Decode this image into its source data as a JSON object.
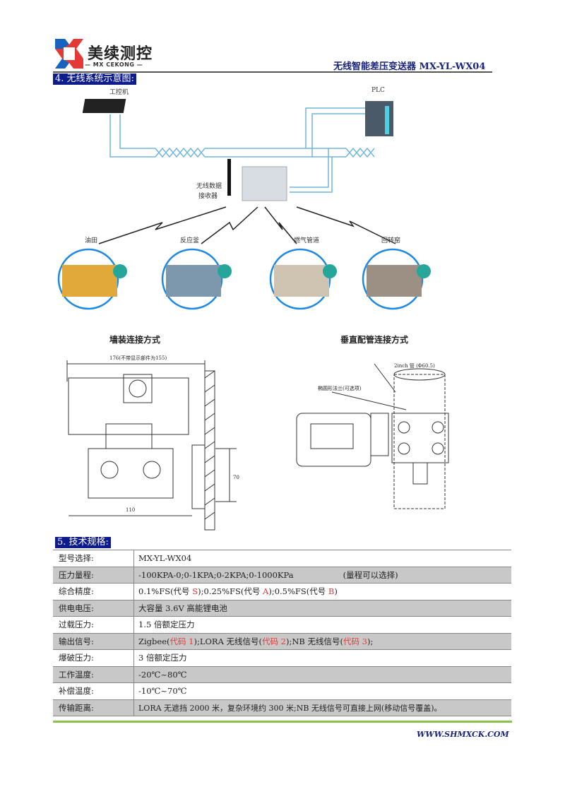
{
  "header": {
    "logo_cn": "美续测控",
    "logo_en": "— MX CEKONG —",
    "doc_title": "无线智能差压变送器 MX-YL-WX04"
  },
  "section4": {
    "title": "4. 无线系统示意图:",
    "ipc_label": "工控机",
    "plc_label": "PLC",
    "receiver_label_1": "无线数据",
    "receiver_label_2": "接收器",
    "sites": [
      "油田",
      "反应釜",
      "燃气管道",
      "回转窑"
    ],
    "wall_mount_title": "墙装连接方式",
    "pipe_mount_title": "垂直配管连接方式",
    "dim_width": "176(不带显示部件为155)",
    "dim_bottom": "110",
    "dim_height": "70",
    "pipe_label": "2inch 管 (Φ60.5)",
    "flange_label": "椭圆形法兰(可选项)"
  },
  "section5": {
    "title": "5. 技术规格:",
    "rows": [
      {
        "k": "型号选择:",
        "v": "MX-YL-WX04"
      },
      {
        "k": "压力量程:",
        "v": "-100KPA-0;0-1KPA;0-2KPA;0-1000KPa",
        "note": "(量程可以选择)"
      },
      {
        "k": "综合精度:",
        "p": [
          "0.1%FS(代号 ",
          "S",
          ");0.25%FS(代号 ",
          "A",
          ");0.5%FS(代号 ",
          "B",
          ")"
        ]
      },
      {
        "k": "供电电压:",
        "v": "大容量 3.6V 高能锂电池"
      },
      {
        "k": "过载压力:",
        "v": "1.5 倍额定压力"
      },
      {
        "k": "输出信号:",
        "p": [
          "Zigbee(",
          "代码 1",
          ");LORA 无线信号(",
          "代码 2",
          ");NB 无线信号(",
          "代码 3",
          ");"
        ]
      },
      {
        "k": "爆破压力:",
        "v": "3 倍额定压力"
      },
      {
        "k": "工作温度:",
        "v": "-20℃~80℃"
      },
      {
        "k": "补偿温度:",
        "v": "-10℃~70℃"
      },
      {
        "k": "传输距离:",
        "v": "LORA 无遮挡 2000 米，复杂环境约 300 米;NB 无线信号可直接上网(移动信号覆盖)。"
      }
    ]
  },
  "footer": {
    "url": "WWW.SHMXCK.COM"
  },
  "colors": {
    "accent": "#0d1b8c",
    "title": "#1a237e",
    "highlight": "#e53935",
    "footer_rule": "#8bc34a",
    "row_gray": "#c8c8c8"
  }
}
